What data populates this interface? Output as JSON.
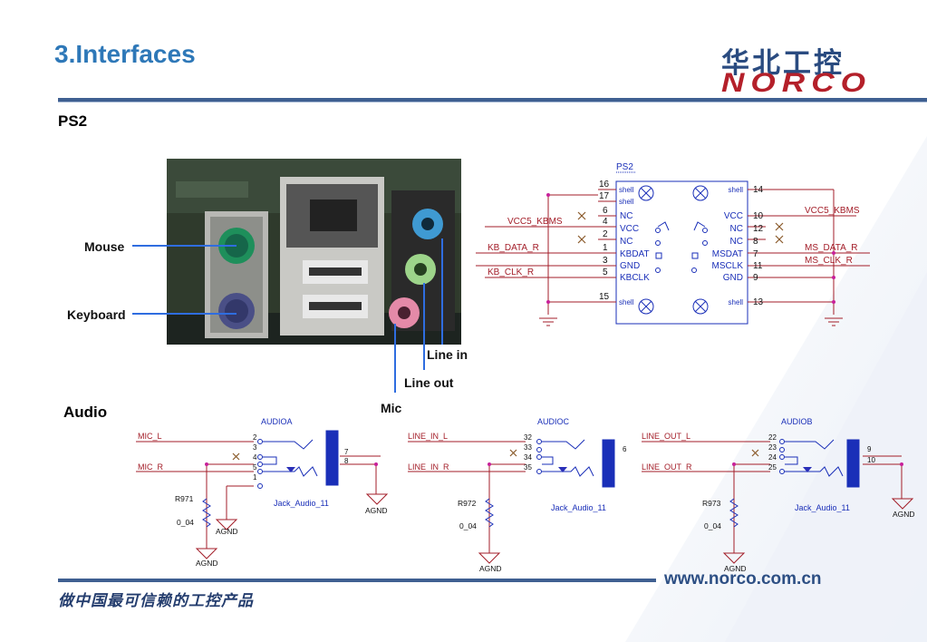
{
  "header": {
    "title": "3.Interfaces",
    "logo_cn": "华北工控",
    "logo_en": "NORCO"
  },
  "ps2": {
    "section_label": "PS2",
    "photo_callouts": {
      "mouse": "Mouse",
      "keyboard": "Keyboard",
      "line_in": "Line in",
      "line_out": "Line out",
      "mic": "Mic"
    },
    "schematic": {
      "part": "PS2",
      "left_pins": [
        {
          "num": "16",
          "name": "shell"
        },
        {
          "num": "17",
          "name": "shell"
        },
        {
          "num": "6",
          "name": "NC"
        },
        {
          "num": "4",
          "name": "VCC"
        },
        {
          "num": "2",
          "name": "NC"
        },
        {
          "num": "1",
          "name": "KBDAT"
        },
        {
          "num": "3",
          "name": "GND"
        },
        {
          "num": "5",
          "name": "KBCLK"
        },
        {
          "num": "15",
          "name": "shell"
        }
      ],
      "right_pins": [
        {
          "num": "14",
          "name": "shell"
        },
        {
          "num": "10",
          "name": "VCC"
        },
        {
          "num": "12",
          "name": "NC"
        },
        {
          "num": "8",
          "name": "NC"
        },
        {
          "num": "7",
          "name": "MSDAT"
        },
        {
          "num": "11",
          "name": "MSCLK"
        },
        {
          "num": "9",
          "name": "GND"
        },
        {
          "num": "13",
          "name": "shell"
        }
      ],
      "left_nets": [
        "VCC5_KBMS",
        "KB_DATA_R",
        "KB_CLK_R"
      ],
      "right_nets": [
        "VCC5_KBMS",
        "MS_DATA_R",
        "MS_CLK_R"
      ]
    }
  },
  "audio": {
    "section_label": "Audio",
    "blocks": [
      {
        "ref": "AUDIOA",
        "jack_label": "Jack_Audio_11",
        "pins_left": [
          "2",
          "3",
          "4",
          "5",
          "1"
        ],
        "pins_right": [
          "7",
          "8"
        ],
        "net_top": "MIC_L",
        "net_bottom": "MIC_R",
        "resistor": "R971",
        "resistor_value": "0_04",
        "ground_mid": "AGND",
        "ground_bottom": "AGND",
        "ground_right": "AGND"
      },
      {
        "ref": "AUDIOC",
        "jack_label": "Jack_Audio_11",
        "pins_left": [
          "32",
          "33",
          "34",
          "35"
        ],
        "pins_right": [
          "6"
        ],
        "net_top": "LINE_IN_L",
        "net_bottom": "LINE_IN_R",
        "resistor": "R972",
        "resistor_value": "0_04",
        "ground_bottom": "AGND"
      },
      {
        "ref": "AUDIOB",
        "jack_label": "Jack_Audio_11",
        "pins_left": [
          "22",
          "23",
          "24",
          "25"
        ],
        "pins_right": [
          "9",
          "10"
        ],
        "net_top": "LINE_OUT_L",
        "net_bottom": "LINE_OUT_R",
        "resistor": "R973",
        "resistor_value": "0_04",
        "ground_bottom": "AGND",
        "ground_right": "AGND"
      }
    ]
  },
  "footer": {
    "slogan": "做中国最可信赖的工控产品",
    "url": "www.norco.com.cn"
  },
  "colors": {
    "title": "#2e78b8",
    "schematic_blue": "#1a2fb8",
    "schematic_red": "#a31d28",
    "logo_blue": "#2a4b80",
    "logo_red": "#b4202a"
  }
}
